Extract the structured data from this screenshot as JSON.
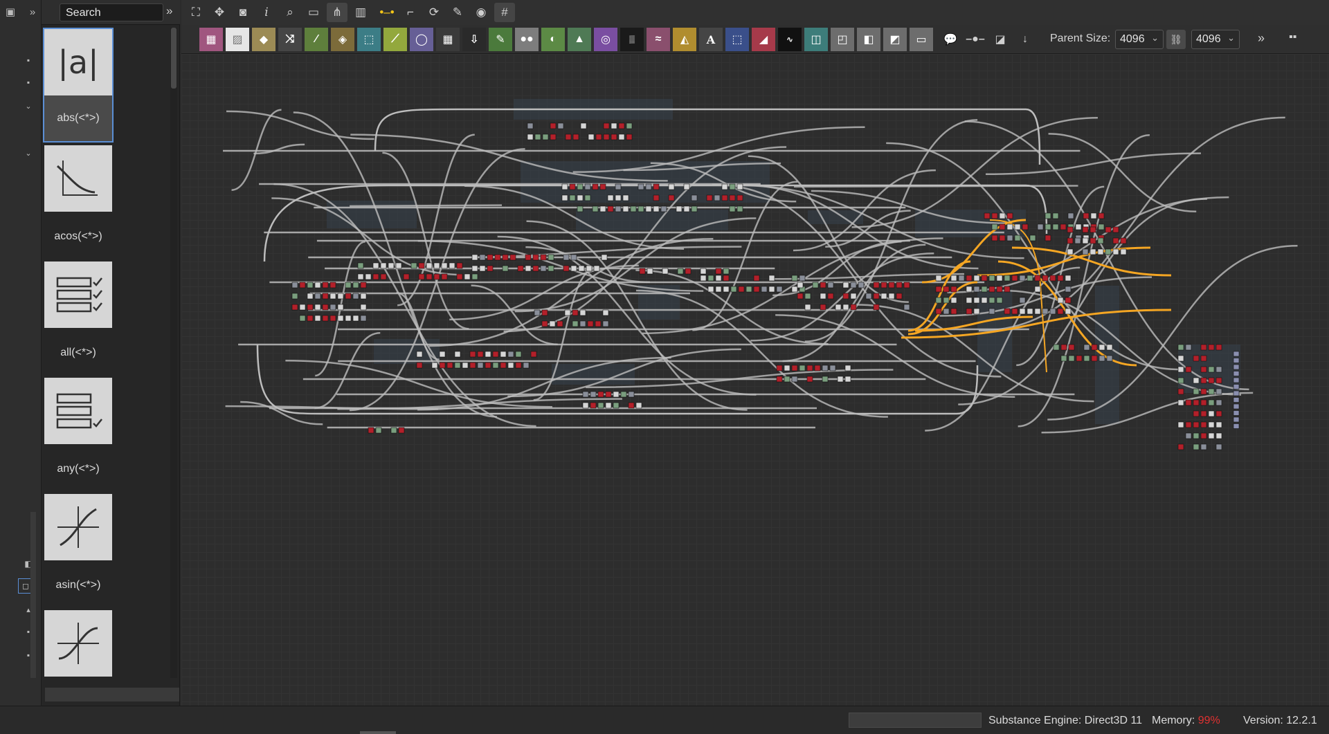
{
  "library": {
    "search_placeholder": "Search",
    "items": [
      {
        "label": "abs(<*>)",
        "thumb": "|a|",
        "selected": true
      },
      {
        "label": "acos(<*>)",
        "thumb": "acos-curve-icon"
      },
      {
        "label": "all(<*>)",
        "thumb": "all-checklist-icon"
      },
      {
        "label": "any(<*>)",
        "thumb": "any-checklist-icon"
      },
      {
        "label": "asin(<*>)",
        "thumb": "asin-curve-icon"
      },
      {
        "label": "",
        "thumb": "atan-curve-icon"
      }
    ]
  },
  "toolbar": {
    "parent_size_label": "Parent Size:",
    "parent_size_width": "4096",
    "parent_size_height": "4096",
    "more_label": "»"
  },
  "status": {
    "engine": "Substance Engine: Direct3D 11",
    "memory_label": "Memory:",
    "memory_value": "99%",
    "version": "Version: 12.2.1"
  },
  "colors": {
    "accent": "#5b8fd6",
    "warning": "#e03131",
    "wire": "#bdbdbd",
    "wire_selected": "#f5a623",
    "node_red": "#b3202a",
    "node_gray": "#d6d6d6",
    "node_green": "#7a9e7e",
    "node_frame": "#36414d"
  }
}
